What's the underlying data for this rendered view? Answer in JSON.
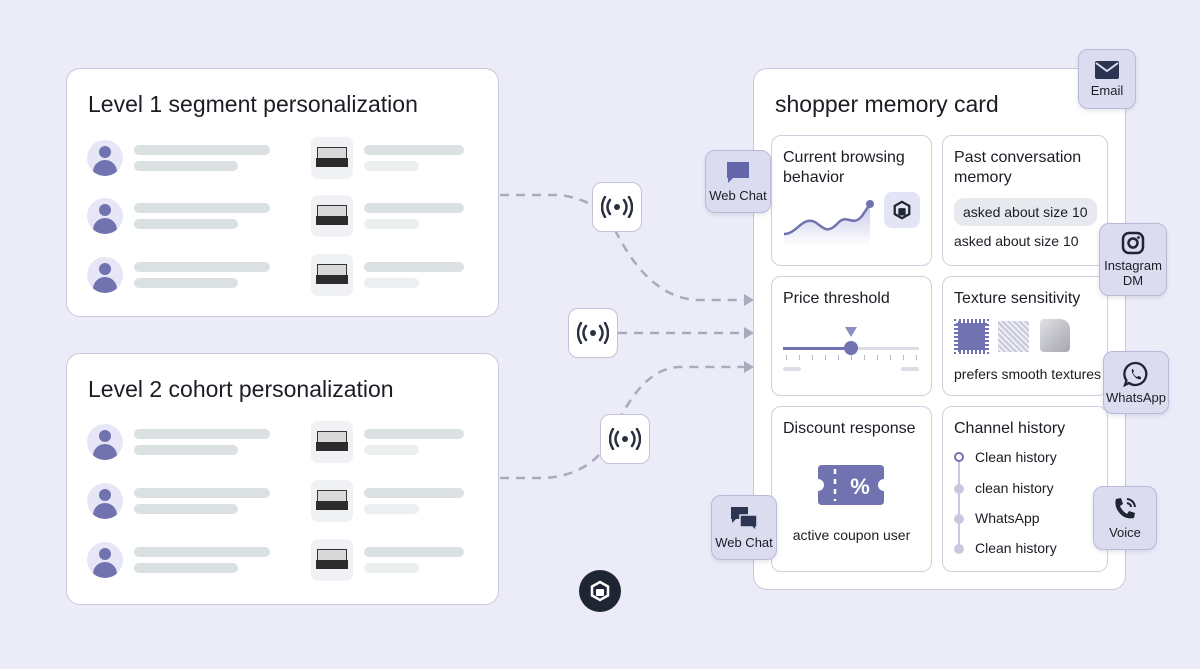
{
  "level1": {
    "title": "Level 1 segment personalization"
  },
  "level2": {
    "title": "Level 2 cohort personalization"
  },
  "memory_card": {
    "title": "shopper memory card",
    "browsing": {
      "title": "Current browsing behavior"
    },
    "conversation": {
      "title": "Past conversation memory",
      "bubble": "asked about size 10",
      "note": "asked about size 10"
    },
    "price": {
      "title": "Price threshold",
      "slider_fraction": 0.5
    },
    "texture": {
      "title": "Texture sensitivity",
      "note": "prefers smooth textures"
    },
    "discount": {
      "title": "Discount response",
      "note": "active coupon user"
    },
    "channel_history": {
      "title": "Channel history",
      "items": [
        "Clean history",
        "clean history",
        "WhatsApp",
        "Clean history"
      ]
    }
  },
  "channels": {
    "email": "Email",
    "web_chat_top": "Web Chat",
    "instagram": "Instagram DM",
    "whatsapp": "WhatsApp",
    "web_chat_bottom": "Web Chat",
    "voice": "Voice"
  },
  "colors": {
    "background": "#ececf9",
    "accent": "#7173b0",
    "dark": "#1f2533",
    "badge": "#dcdcf1"
  }
}
